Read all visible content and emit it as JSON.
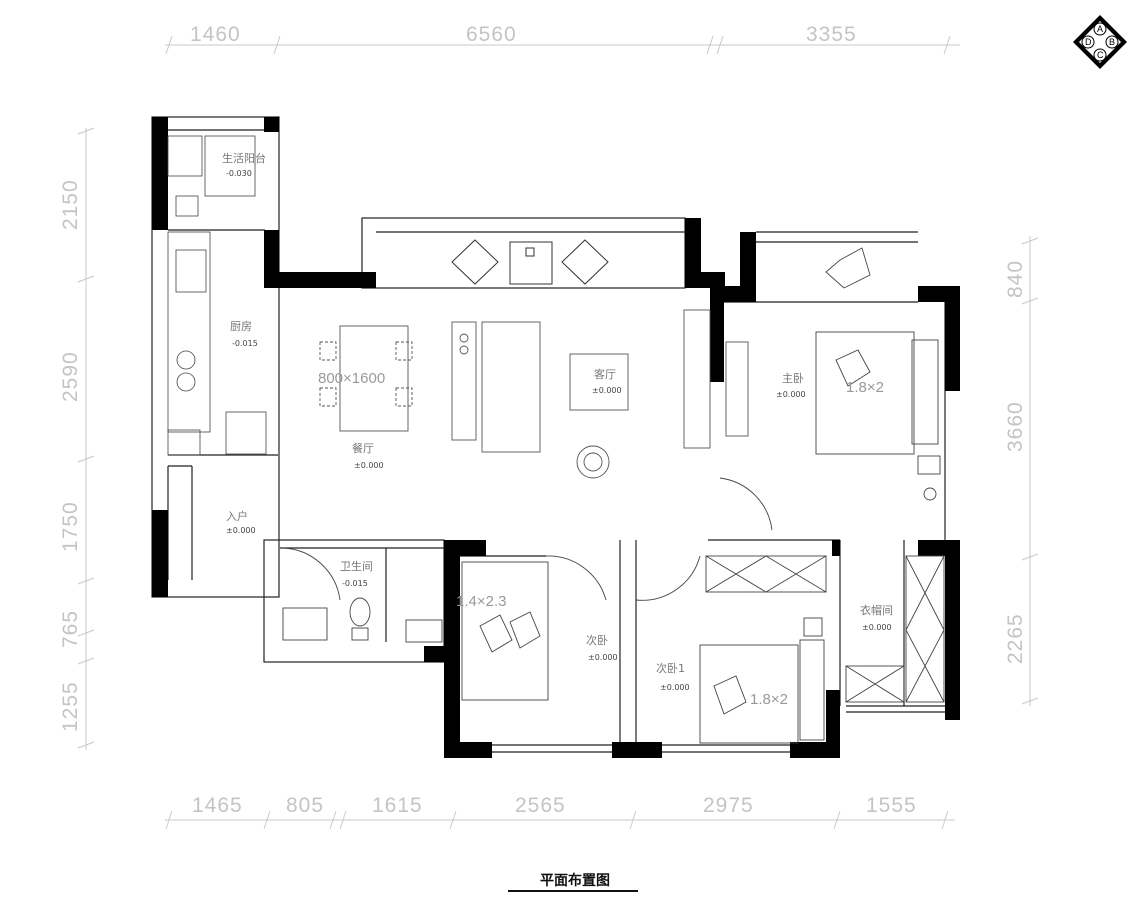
{
  "title": "平面布置图",
  "compass": [
    "A",
    "B",
    "C",
    "D"
  ],
  "top_dims": [
    "1460",
    "6560",
    "3355"
  ],
  "bottom_dims": [
    "1465",
    "805",
    "1615",
    "2565",
    "2975",
    "1555"
  ],
  "left_dims": [
    "2150",
    "2590",
    "1750",
    "765",
    "1255"
  ],
  "right_dims": [
    "840",
    "3660",
    "2265"
  ],
  "rooms": {
    "balcony": {
      "name": "生活阳台",
      "elev": "-0.030"
    },
    "kitchen": {
      "name": "厨房",
      "elev": "-0.015"
    },
    "dining": {
      "name": "餐厅",
      "elev": "±0.000"
    },
    "living": {
      "name": "客厅",
      "elev": "±0.000"
    },
    "entrance": {
      "name": "入户",
      "elev": "±0.000"
    },
    "bath": {
      "name": "卫生间",
      "elev": "-0.015"
    },
    "master": {
      "name": "主卧",
      "elev": "±0.000"
    },
    "bed2": {
      "name": "次卧",
      "elev": "±0.000"
    },
    "bed3": {
      "name": "次卧1",
      "elev": "±0.000"
    },
    "cloak": {
      "name": "衣帽间",
      "elev": "±0.000"
    }
  },
  "furniture": {
    "table_size": "800×1600",
    "bed_size": "1.4×2.3",
    "bed_size2": "1.8×2"
  },
  "colors": {
    "wall": "#000000",
    "line": "#222222",
    "dim": "#c4c4c4"
  }
}
